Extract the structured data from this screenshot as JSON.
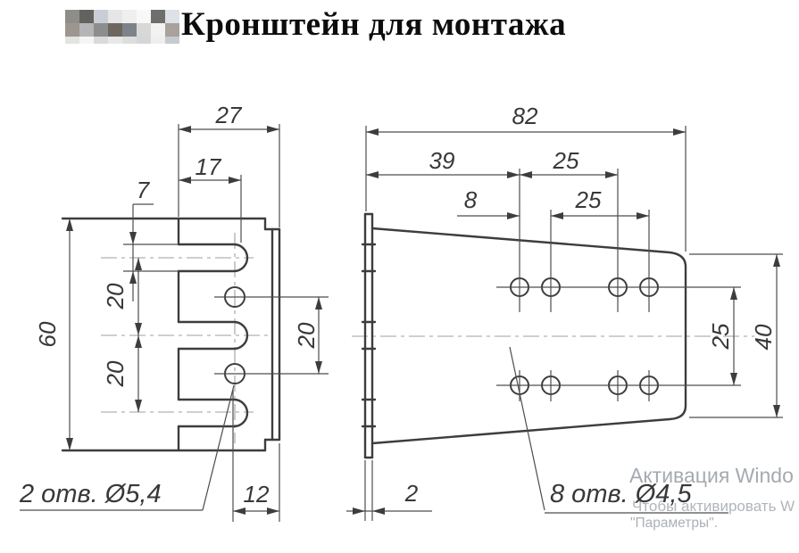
{
  "title": {
    "text": "Кронштейн для монтажа"
  },
  "redaction_mosaic": {
    "colors": [
      "#8f8d88",
      "#63625e",
      "#c9ced6",
      "#e6e6e6",
      "#efefed",
      "#f8f8f6",
      "#6e6e6c",
      "#dde1e8",
      "#9c968f",
      "#b5b5b7",
      "#8d8d8d",
      "#6e6760",
      "#7e838a",
      "#d8d8d8",
      "#f2f2f0",
      "#a8a19c",
      "#e3e3e1",
      "#f5f5f3",
      "#dadada",
      "#e8e8e8",
      "#dedede",
      "#d6d6d8",
      "#efefef",
      "#c6cad1"
    ]
  },
  "drawing": {
    "line_color": "#3d3d3d",
    "centerline_color": "#9f9f9f",
    "left_view": {
      "overall_width": "27",
      "slot_depth": "17",
      "slot_width": "7",
      "overall_height": "60",
      "slot_pitch_top": "20",
      "slot_pitch_bottom": "20",
      "hole_spacing": "20",
      "hole_edge_offset": "12",
      "holes_note": "2 отв. Ø5,4"
    },
    "right_view": {
      "overall_length": "82",
      "first_hole_offset": "39",
      "hole_group_span": "25",
      "hole_pair_gap": "8",
      "hole_group_span_2": "25",
      "hole_row_spacing": "25",
      "end_height": "40",
      "plate_thickness": "2",
      "holes_note": "8 отв. Ø4,5"
    }
  },
  "watermark": {
    "line1": "Активация Windo",
    "line2": "Чтобы активировать W",
    "line3": "\"Параметры\"."
  }
}
